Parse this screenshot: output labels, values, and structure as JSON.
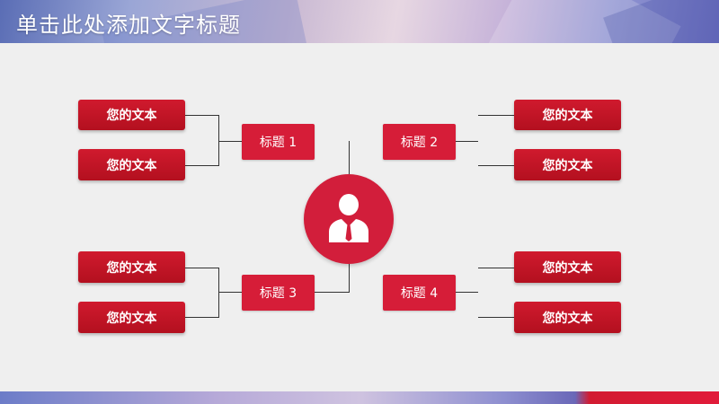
{
  "slide": {
    "title": "单击此处添加文字标题"
  },
  "diagram": {
    "text_boxes": {
      "tl1": "您的文本",
      "tl2": "您的文本",
      "tr1": "您的文本",
      "tr2": "您的文本",
      "bl1": "您的文本",
      "bl2": "您的文本",
      "br1": "您的文本",
      "br2": "您的文本"
    },
    "headings": {
      "h1": "标题 1",
      "h2": "标题 2",
      "h3": "标题 3",
      "h4": "标题 4"
    },
    "center_icon": "person-icon"
  },
  "colors": {
    "accent": "#d21e3b",
    "box_dark": "#b3101f"
  }
}
